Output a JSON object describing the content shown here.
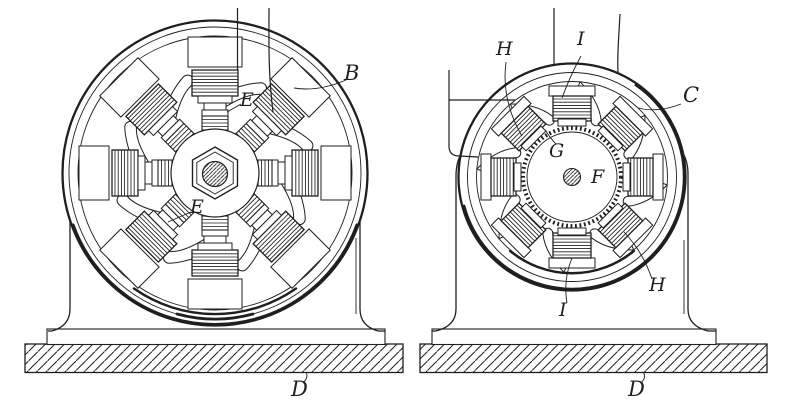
{
  "colors": {
    "paper": "#ffffff",
    "ink": "#1f1f1f"
  },
  "figure_left": {
    "labels": {
      "ring": "B",
      "coil_upper": "E",
      "coil_lower": "E",
      "base": "D"
    }
  },
  "figure_right": {
    "labels": {
      "pole_upper": "H",
      "coil_upper": "I",
      "ring": "C",
      "armature_ring": "G",
      "shaft": "F",
      "pole_lower": "H",
      "coil_lower": "I",
      "base": "D"
    }
  }
}
